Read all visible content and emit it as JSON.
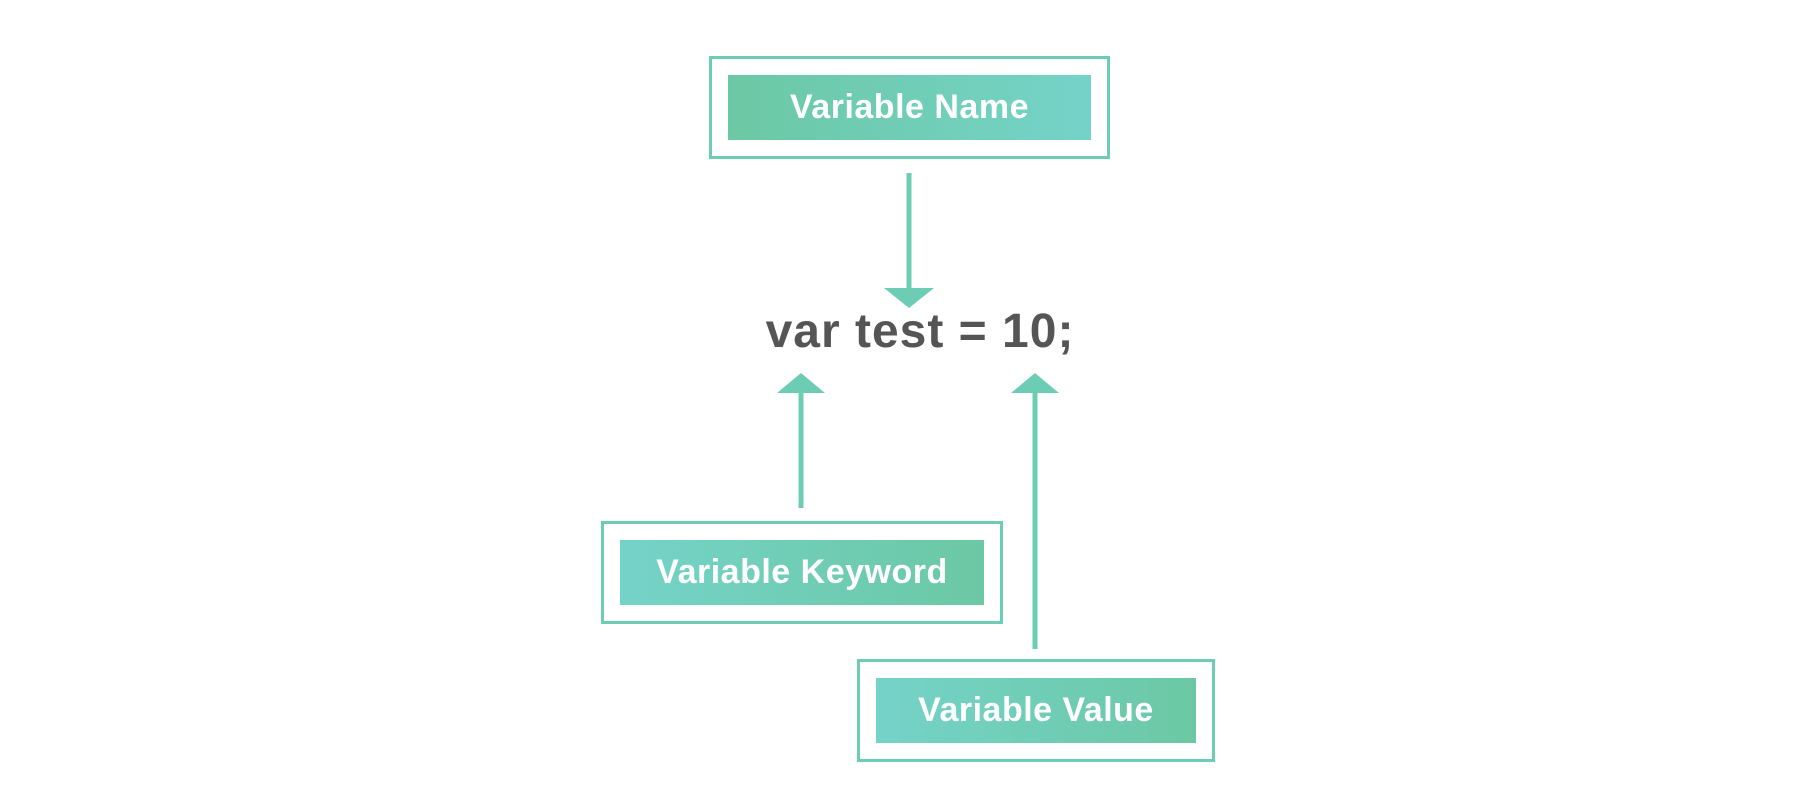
{
  "diagram": {
    "code_line": "var test = 10;",
    "labels": {
      "name": "Variable Name",
      "keyword": "Variable Keyword",
      "value": "Variable Value"
    },
    "colors": {
      "accent": "#6ccdb4",
      "chip_dark": "#6cc8a4",
      "chip_light": "#74d3c8",
      "code_text": "#555555",
      "background": "#ffffff"
    }
  }
}
